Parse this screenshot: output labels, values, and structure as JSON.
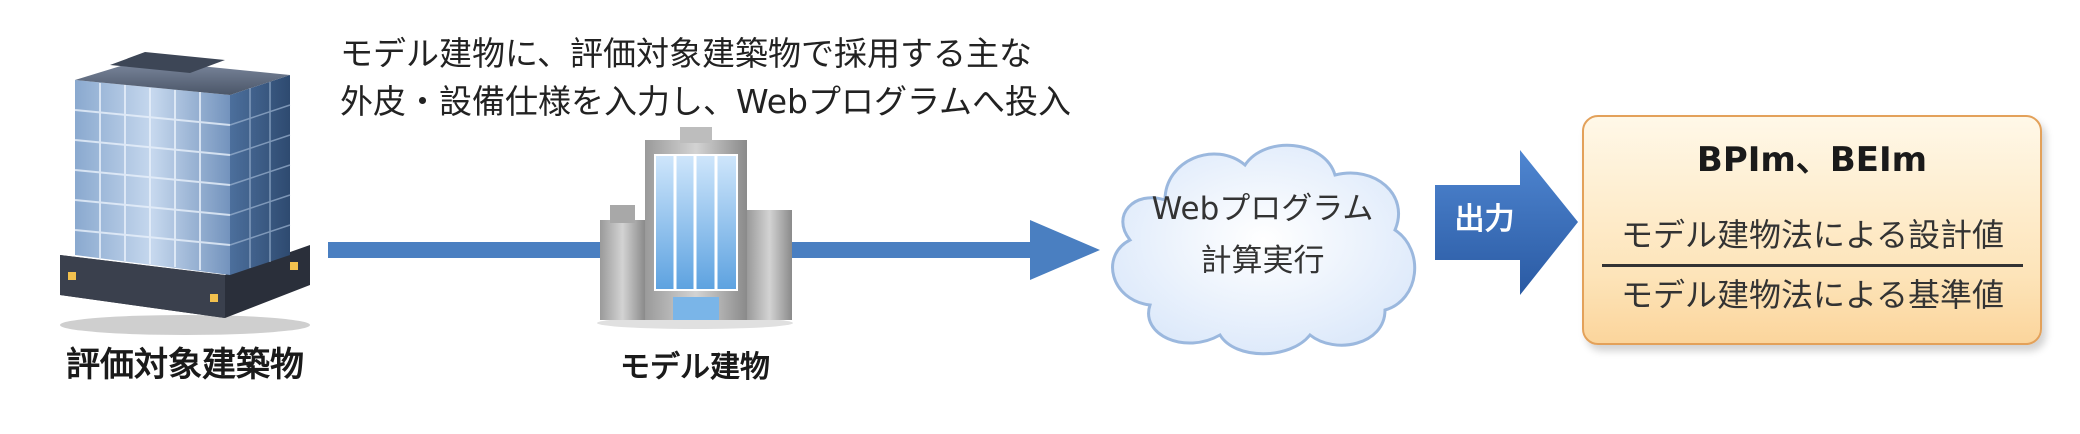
{
  "target_building": {
    "label": "評価対象建築物",
    "icon": "office-building-icon"
  },
  "description": {
    "line1": "モデル建物に、評価対象建築物で採用する主な",
    "line2": "外皮・設備仕様を入力し、Webプログラムへ投入"
  },
  "model_building": {
    "label": "モデル建物",
    "icon": "model-building-icon"
  },
  "process": {
    "line1": "Webプログラム",
    "line2": "計算実行",
    "icon": "cloud-icon"
  },
  "output": {
    "label": "出力",
    "icon": "arrow-right-icon"
  },
  "result": {
    "title": "BPIm、BEIm",
    "numerator": "モデル建物法による設計値",
    "denominator": "モデル建物法による基準値"
  },
  "colors": {
    "arrow": "#4a7fc1",
    "output_arrow": "#3366b3",
    "result_border": "#e3a15a",
    "result_fill": "#fde4b9",
    "cloud_fill": "#e6effc",
    "cloud_stroke": "#9bb8de"
  }
}
